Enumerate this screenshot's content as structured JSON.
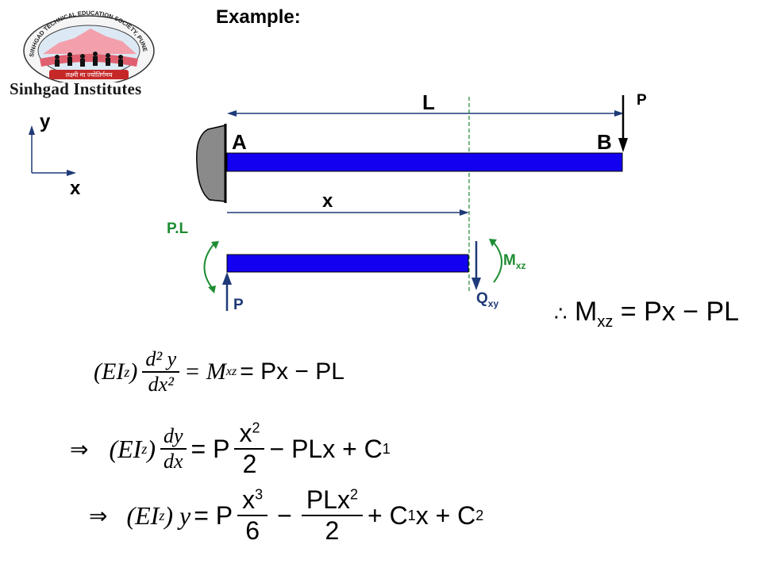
{
  "title": "Example:",
  "logo": {
    "ring_text": "SINHGAD TECHNICAL EDUCATION SOCIETY, PUNE",
    "motto": "लक्ष्मी मा ज्योतिर्गमय",
    "name": "Sinhgad Institutes"
  },
  "axes": {
    "y": "y",
    "x": "x"
  },
  "beam": {
    "length_label": "L",
    "load_label": "P",
    "end_a": "A",
    "end_b": "B",
    "section_label": "x",
    "moment_reaction": "P.L",
    "reaction_force": "P",
    "shear": {
      "main": "Q",
      "sub": "xy"
    },
    "moment": {
      "main": "M",
      "sub": "xz"
    }
  },
  "result": {
    "therefore": "∴",
    "M": "M",
    "M_sub": "xz",
    "rhs": "= Px − PL"
  },
  "equations": {
    "eq1": {
      "lhs_open": "(EI",
      "lhs_sub": "z",
      "lhs_close": ")",
      "num": "d² y",
      "den": "dx²",
      "mid": "= M",
      "mid_sub": "xz",
      "rhs": "= Px − PL"
    },
    "eq2": {
      "implies": "⇒",
      "lhs_open": "(EI",
      "lhs_sub": "z",
      "lhs_close": ")",
      "num": "dy",
      "den": "dx",
      "eq": "= P",
      "f_num": "x",
      "f_num_sup": "2",
      "f_den": "2",
      "rest": "− PLx + C",
      "rest_sub": "1"
    },
    "eq3": {
      "implies": "⇒",
      "lhs_open": "(EI",
      "lhs_sub": "z",
      "lhs_close": ") y",
      "eq": "= P",
      "f1_num": "x",
      "f1_num_sup": "3",
      "f1_den": "6",
      "minus": "−",
      "f2_num": "PLx",
      "f2_num_sup": "2",
      "f2_den": "2",
      "rest": "+ C",
      "rest_sub1": "1",
      "rest_mid": "x + C",
      "rest_sub2": "2"
    }
  },
  "colors": {
    "beam": "#1400f0",
    "green": "#1e8c32",
    "navy": "#1e3a78",
    "wall": "#8a8a8a"
  }
}
